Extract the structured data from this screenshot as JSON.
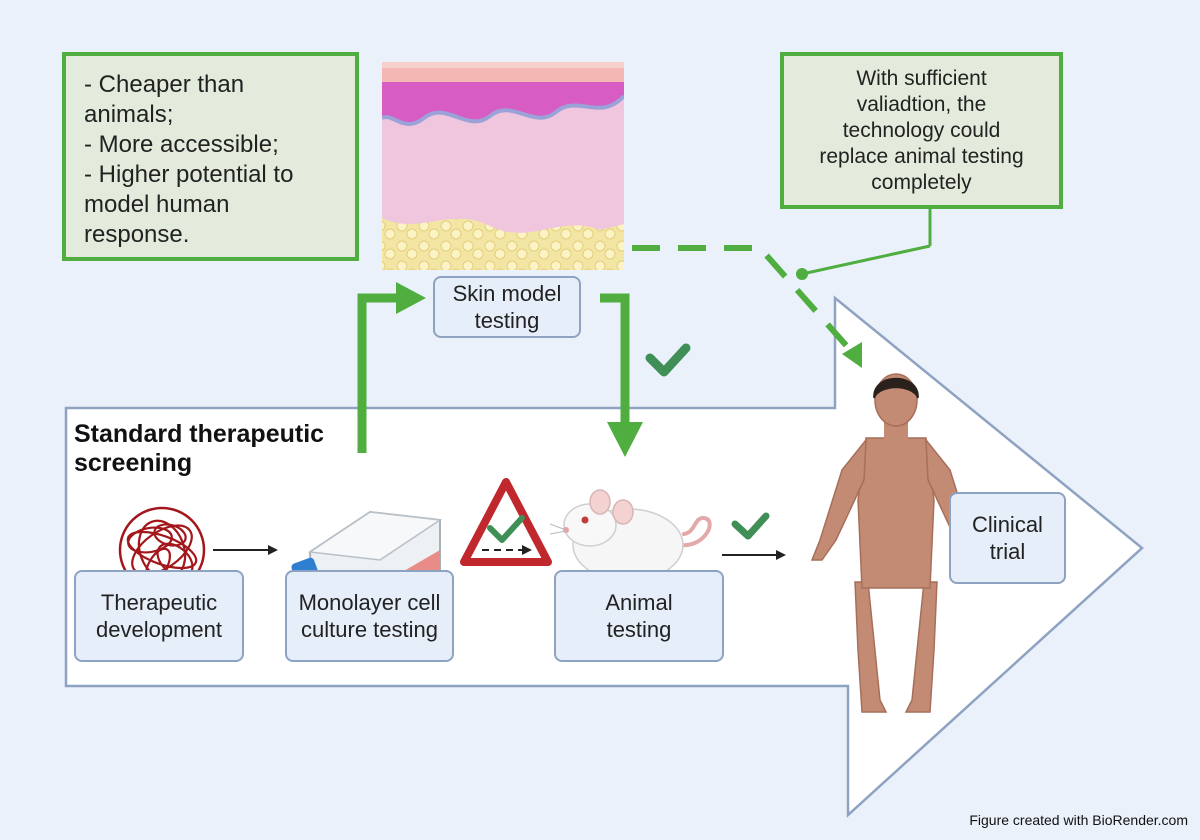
{
  "notes": {
    "advantages": [
      "- Cheaper than",
      "animals;",
      "- More accessible;",
      "- Higher potential to",
      "model human",
      "response."
    ],
    "validation": [
      "With sufficient",
      "valiadtion, the",
      "technology could",
      "replace animal testing",
      "completely"
    ]
  },
  "pipeline": {
    "title_lines": [
      "Standard therapeutic",
      "screening"
    ],
    "stages": {
      "therapeutic_development": [
        "Therapeutic",
        "development"
      ],
      "monolayer": [
        "Monolayer cell",
        "culture testing"
      ],
      "animal": [
        "Animal",
        "testing"
      ],
      "clinical": [
        "Clinical",
        "trial"
      ]
    }
  },
  "skin_model": {
    "label": [
      "Skin model",
      "testing"
    ]
  },
  "credit": "Figure created with BioRender.com",
  "colors": {
    "accent_green": "#4fae3f",
    "check_green": "#3f8f57",
    "background": "#eaf1fb",
    "arrow_outline": "#8ea2c2",
    "warning_red": "#c0282d"
  },
  "icons": [
    "dna-coil-icon",
    "cell-culture-flask-icon",
    "warning-triangle-icon",
    "lab-mouse-icon",
    "human-figure-icon",
    "skin-cross-section-icon",
    "check-icon"
  ]
}
